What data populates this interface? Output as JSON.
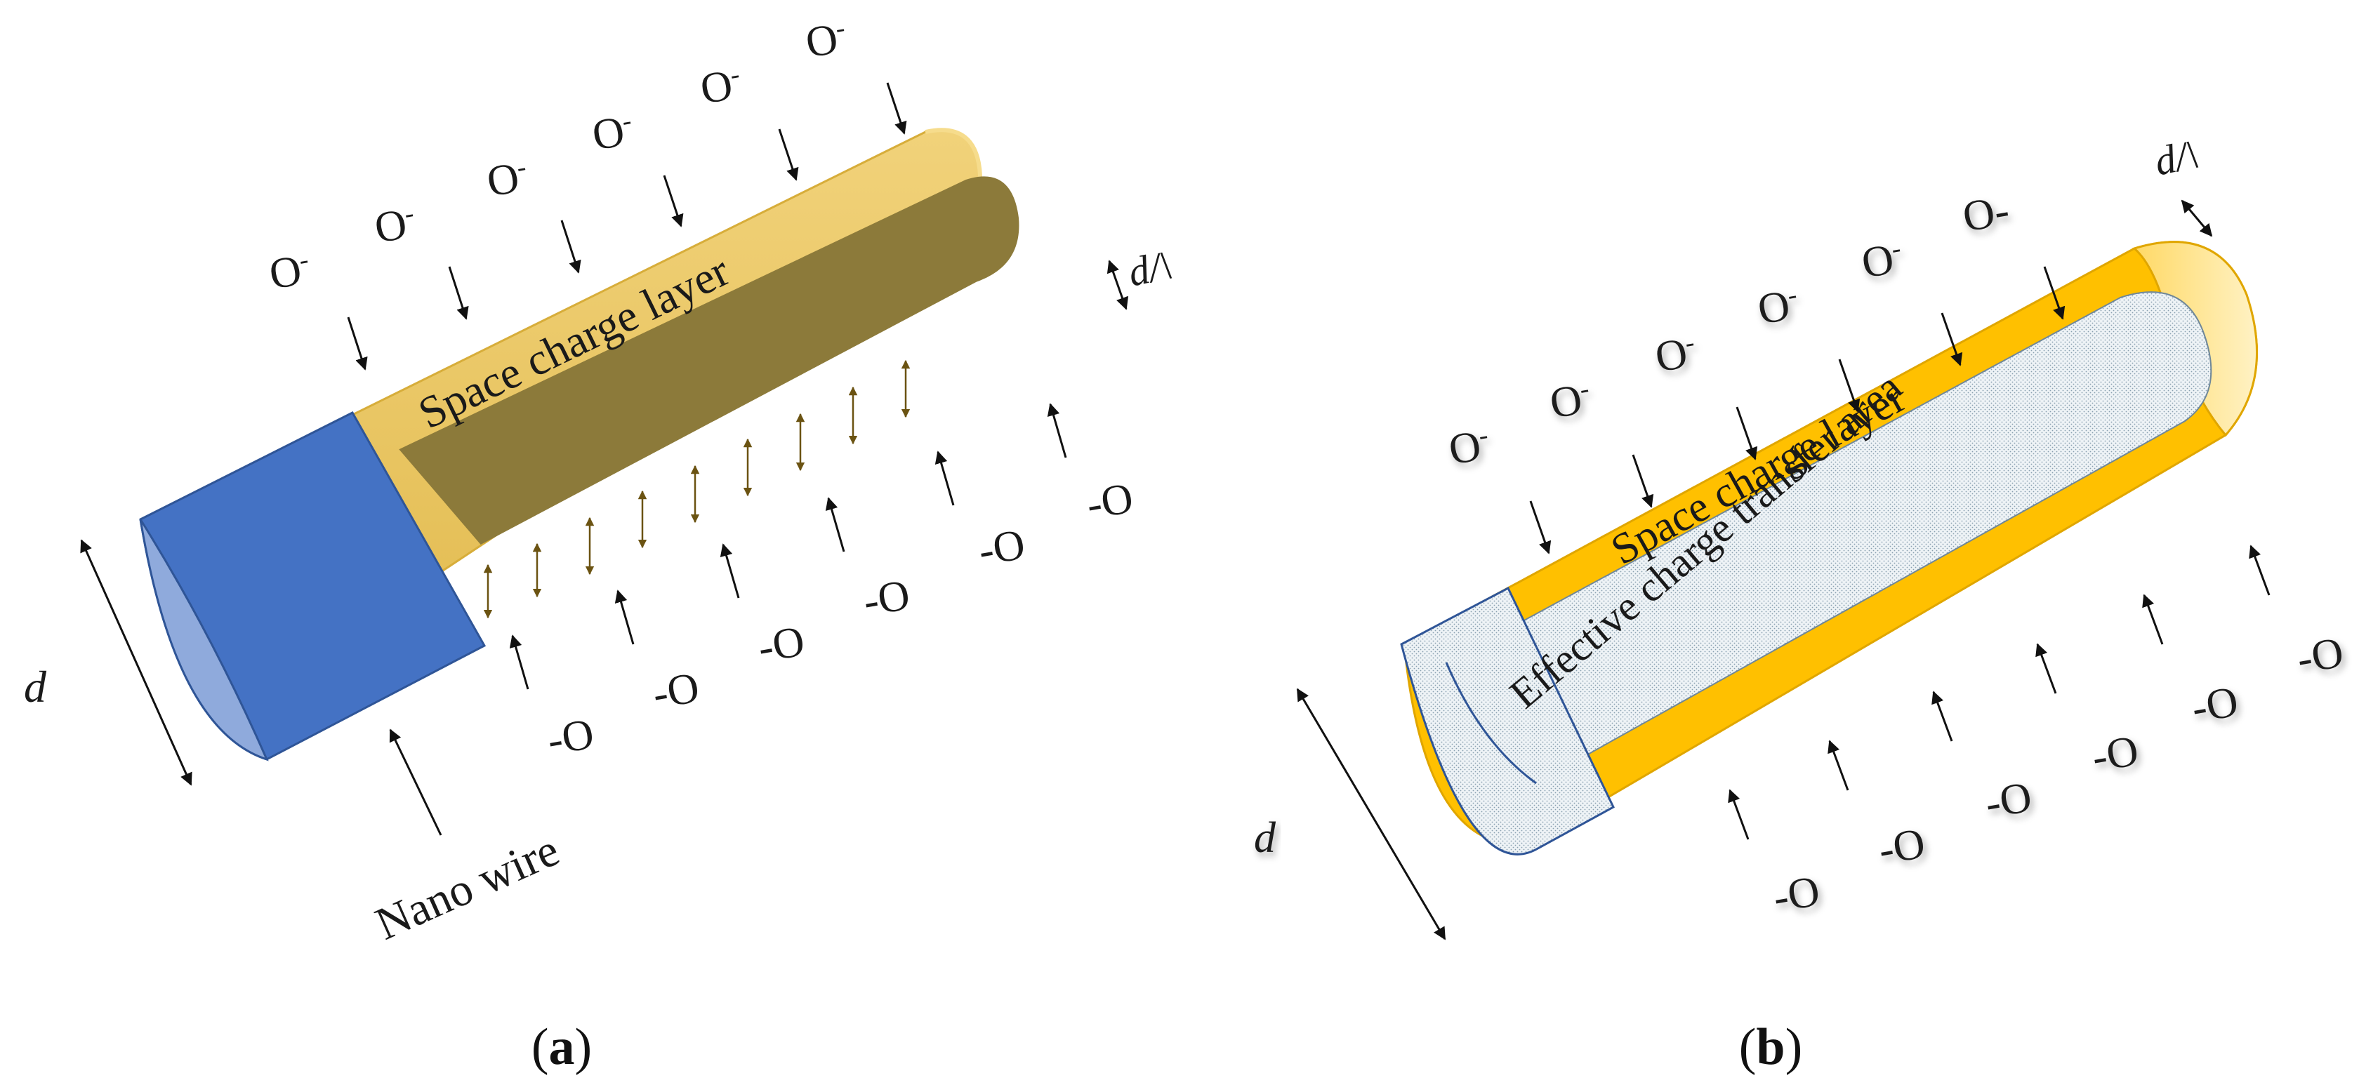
{
  "panels": {
    "a": {
      "caption_open": "(",
      "caption_letter": "a",
      "caption_close": ")",
      "space_charge_label": "Space charge layer",
      "nanowire_label": "Nano wire",
      "d_label": "d",
      "d_prime_label": "d/\\",
      "ion_above": "O",
      "ion_charge_superscript": "-",
      "ion_below": "-O",
      "colors": {
        "core": "#4472c4",
        "shell": "#e6c25a",
        "inner": "#8c7a3a"
      }
    },
    "b": {
      "caption_open": "(",
      "caption_letter": "b",
      "caption_close": ")",
      "space_charge_label": "Space charge layer",
      "effective_label": "Effective charge transfer area",
      "d_label": "d",
      "d_prime_label": "d/\\",
      "ion_above": "O",
      "ion_above_alt": "O-",
      "ion_charge_superscript": "-",
      "ion_below": "-O",
      "colors": {
        "shell": "#ffc000",
        "core": "#e8eef2"
      }
    }
  }
}
